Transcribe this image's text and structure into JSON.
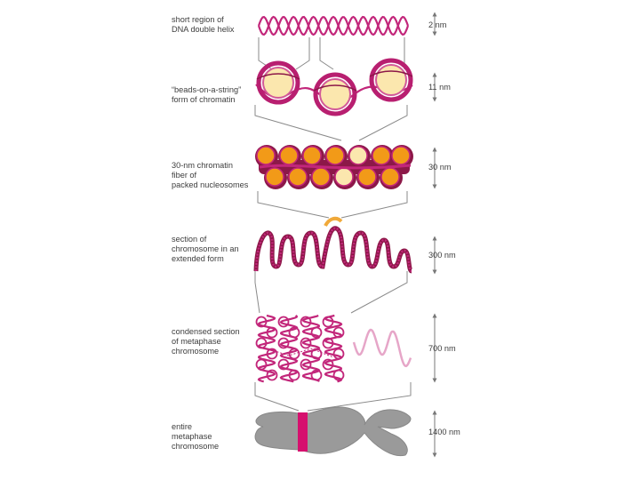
{
  "levels": [
    {
      "label_lines": [
        "short region of",
        "DNA double helix"
      ],
      "scale": "2 nm"
    },
    {
      "label_lines": [
        "“beads-on-a-string”",
        "form of chromatin"
      ],
      "scale": "11 nm"
    },
    {
      "label_lines": [
        "30-nm chromatin",
        "fiber of",
        "packed nucleosomes"
      ],
      "scale": "30 nm"
    },
    {
      "label_lines": [
        "section of",
        "chromosome in an",
        "extended form"
      ],
      "scale": "300 nm"
    },
    {
      "label_lines": [
        "condensed section",
        "of metaphase",
        "chromosome"
      ],
      "scale": "700 nm"
    },
    {
      "label_lines": [
        "entire",
        "metaphase",
        "chromosome"
      ],
      "scale": "1400 nm"
    }
  ],
  "colors": {
    "dna": "#c2267a",
    "bead_fill": "#fbe7ae",
    "bead_ring": "#b81f70",
    "fiber_orange": "#f29a18",
    "fiber_maroon": "#8c1848",
    "loop_highlight": "#f0a93a",
    "faded_loops": "#e6a6c8",
    "chromosome_gray": "#9a9a9a",
    "band": "#d6106e",
    "lines": "#8a8a8a"
  }
}
